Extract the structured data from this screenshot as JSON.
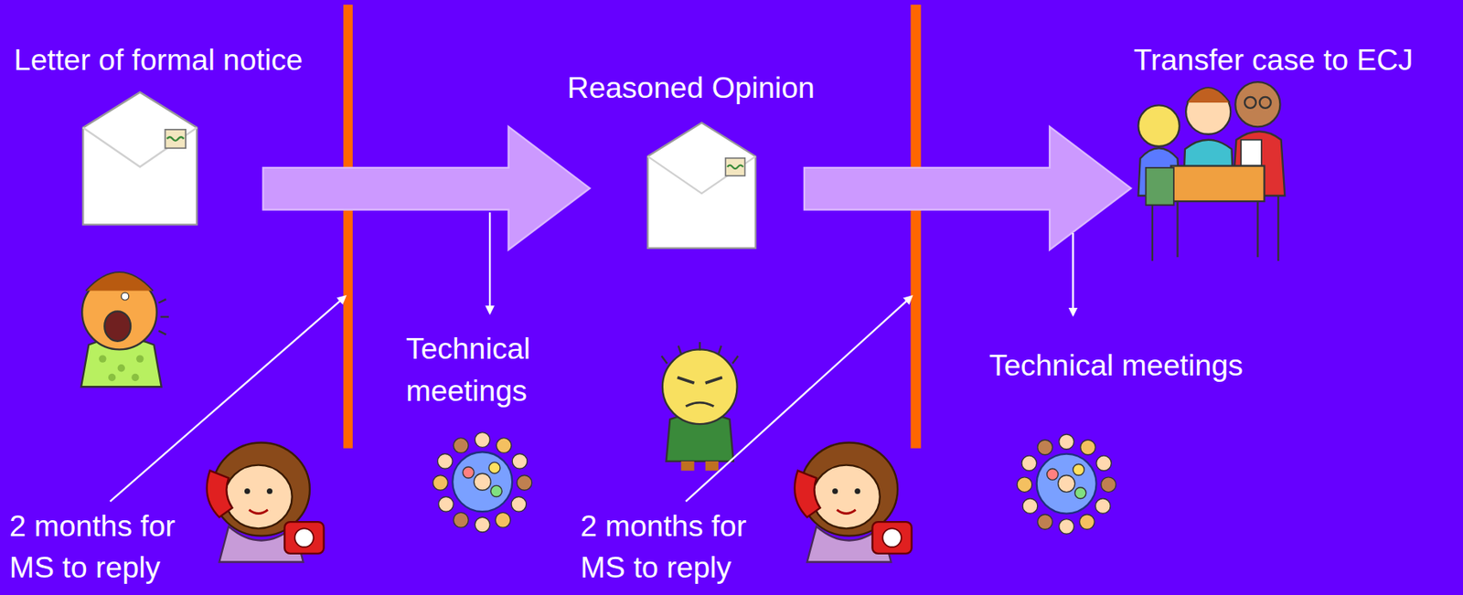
{
  "diagram": {
    "labels": [
      "Letter of formal notice",
      "Reasoned Opinion",
      "Transfer case to ECJ",
      "Technical meetings",
      "Technical meetings",
      "2 months for MS to reply",
      "2 months for MS to reply"
    ]
  }
}
